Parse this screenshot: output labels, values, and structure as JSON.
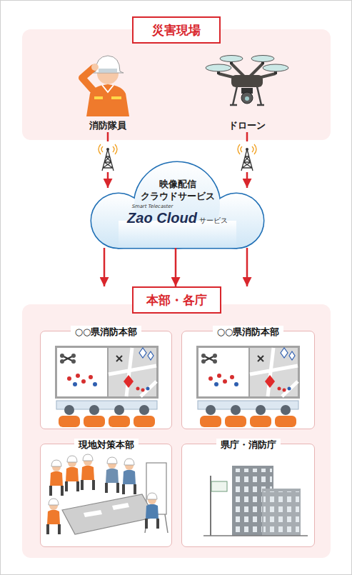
{
  "diagram": {
    "nodes": [
      {
        "text": [
          "災害現場"
        ]
      },
      {
        "text": [
          "消防隊員"
        ],
        "in": 0
      },
      {
        "text": [
          "ドローン"
        ],
        "in": 0
      },
      {
        "text": [
          "映像配信 クラウドサービス",
          "Smart Telecaster",
          "Zao Cloud",
          "サービス"
        ]
      },
      {
        "text": [
          "本部・各庁"
        ]
      },
      {
        "text": [
          "○○県消防本部"
        ],
        "in": 4
      },
      {
        "text": [
          "○○県消防本部"
        ],
        "in": 4
      },
      {
        "text": [
          "現地対策本部"
        ],
        "in": 4
      },
      {
        "text": [
          "県庁・消防庁"
        ],
        "in": 4
      }
    ],
    "edges": [
      {
        "from": 1,
        "to": 3,
        "arrow": "to"
      },
      {
        "from": 2,
        "to": 3,
        "arrow": "to"
      },
      {
        "from": 3,
        "to": 4,
        "arrow": "to"
      },
      {
        "from": 3,
        "to": 4,
        "arrow": "to"
      },
      {
        "from": 3,
        "to": 4,
        "arrow": "to"
      }
    ]
  }
}
